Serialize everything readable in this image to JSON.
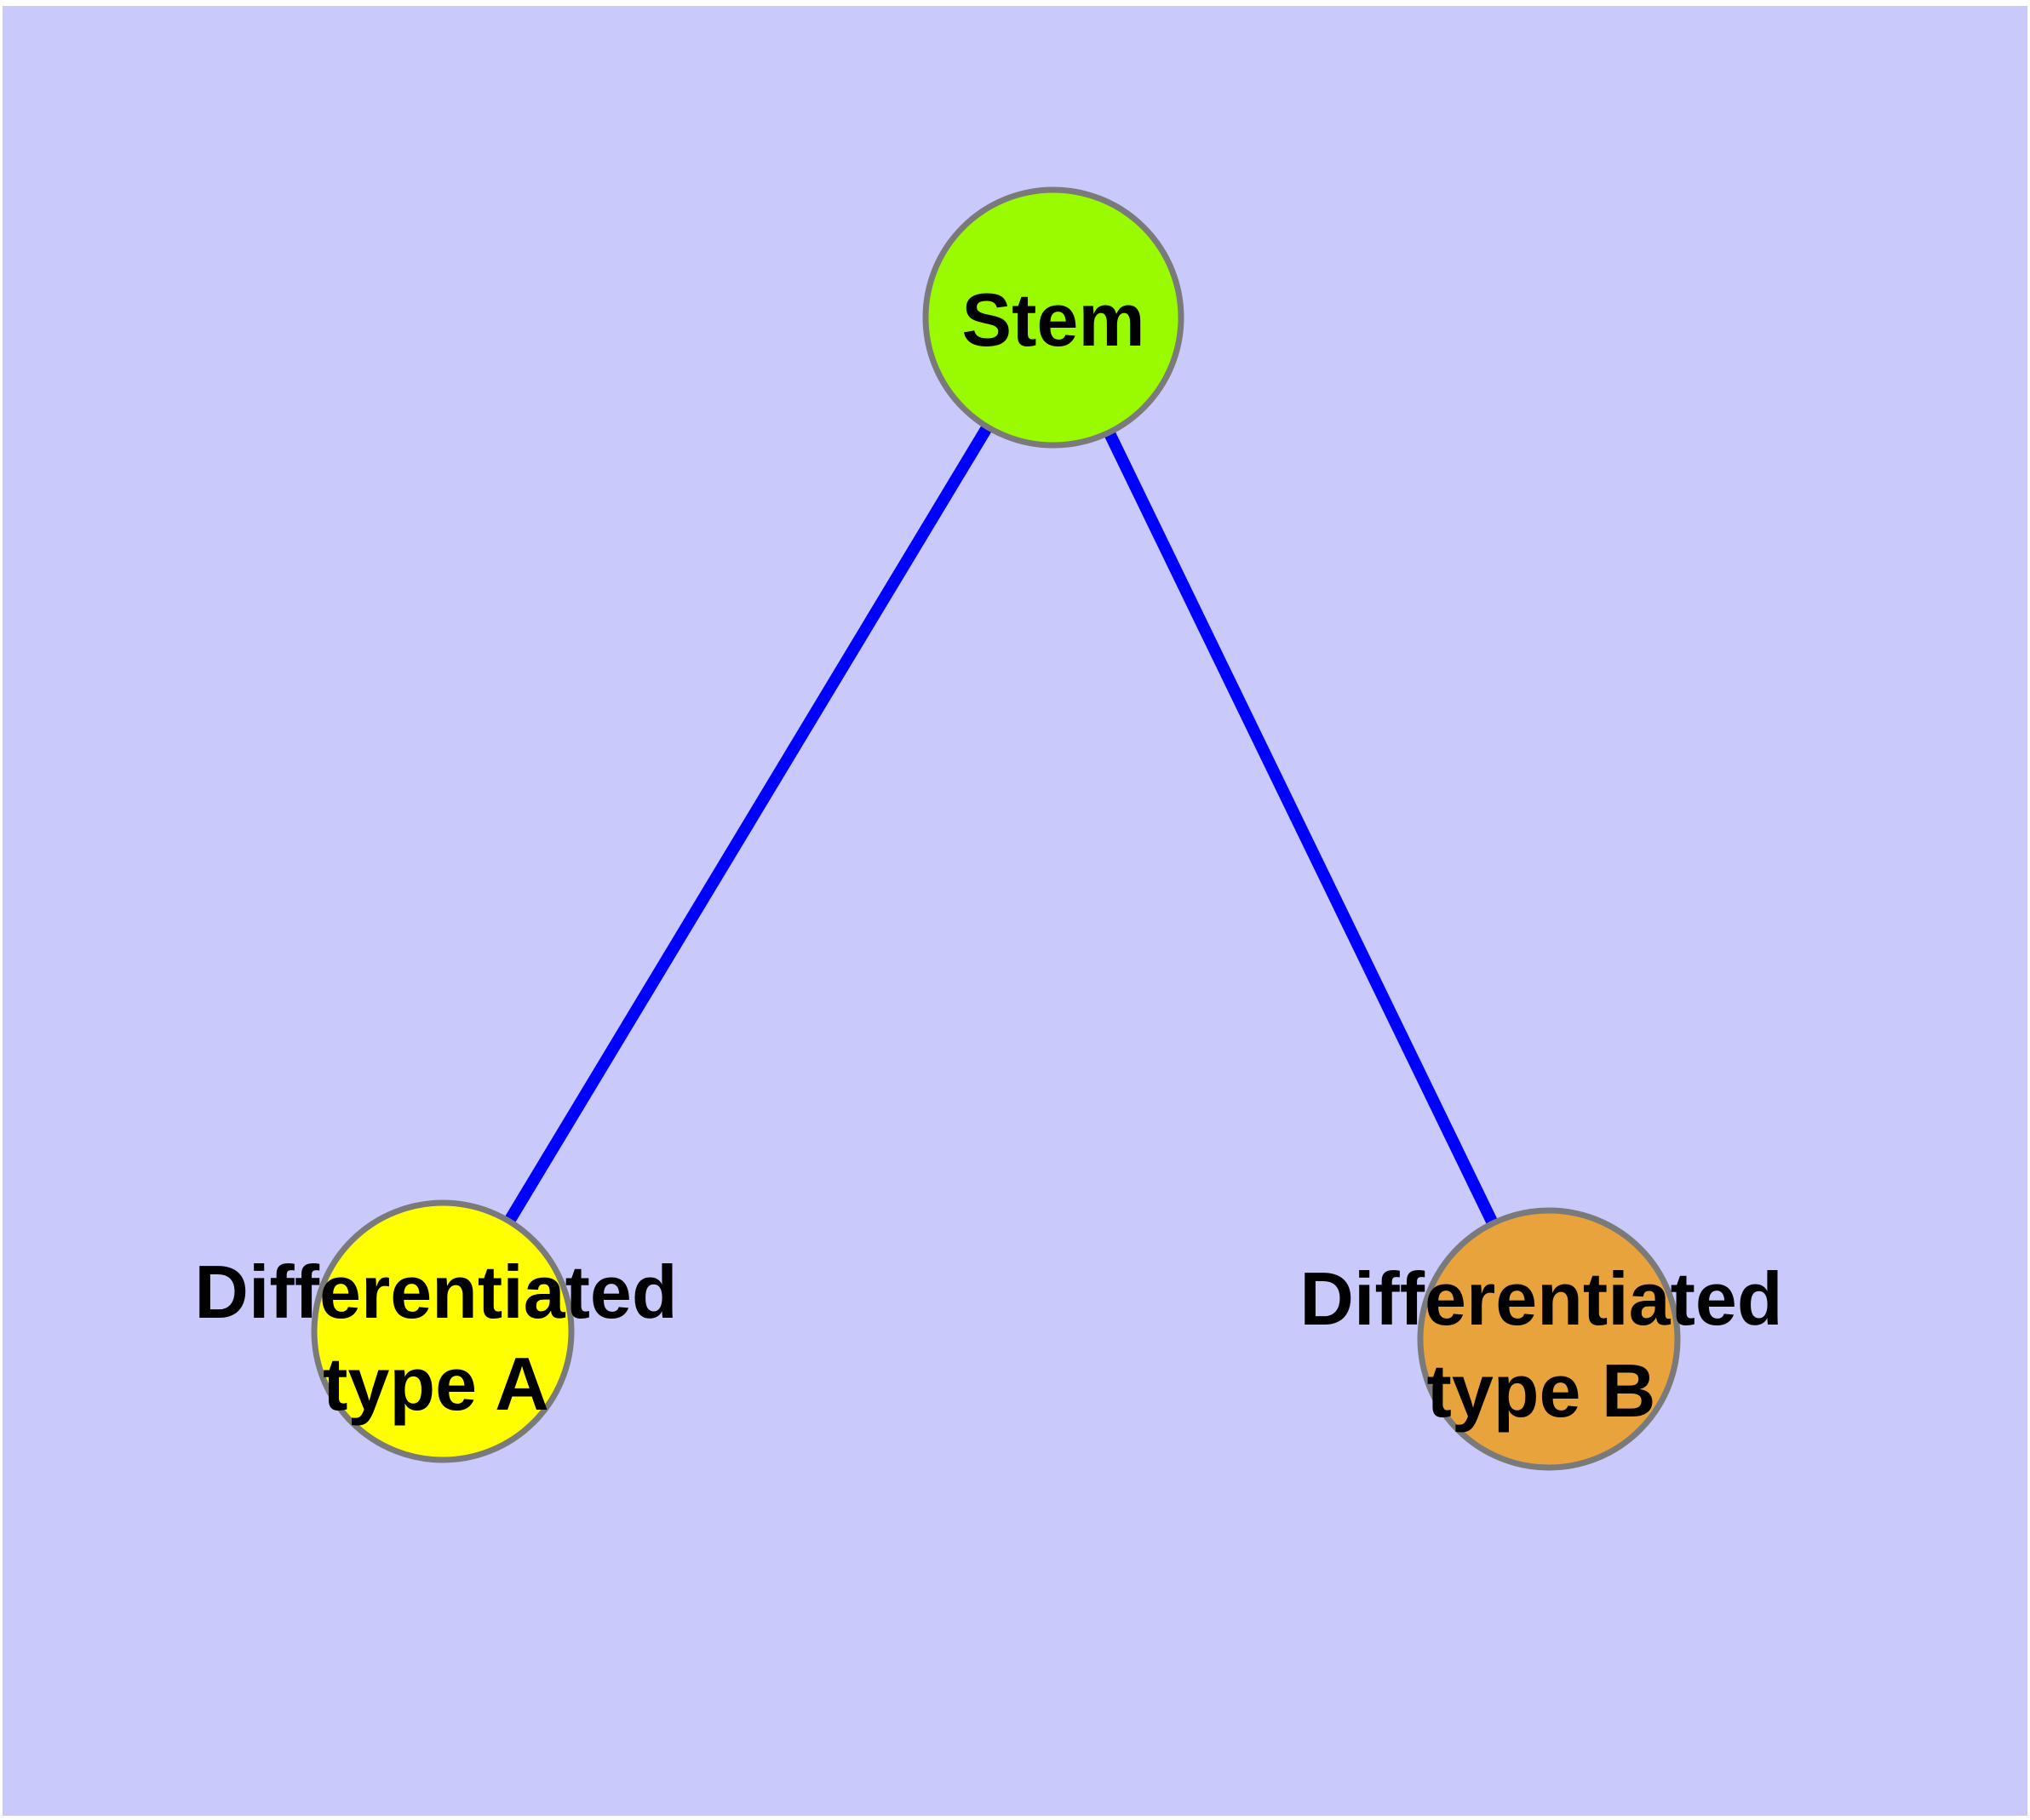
{
  "diagram": {
    "colors": {
      "background": "#c9c9fb",
      "margin": "#ffffff",
      "edge": "#0000ff",
      "node_border": "#7a7a7a",
      "label_text": "#000000"
    },
    "nodes": {
      "stem": {
        "label": "Stem",
        "fill": "#9afb00"
      },
      "type_a": {
        "label_line1": "Differentiated",
        "label_line2": "type A",
        "fill": "#ffff00"
      },
      "type_b": {
        "label_line1": "Differentiated",
        "label_line2": "type B",
        "fill": "#e8a33c"
      }
    },
    "edges": [
      {
        "from": "Stem",
        "to": "Differentiated type A"
      },
      {
        "from": "Stem",
        "to": "Differentiated type B"
      }
    ]
  }
}
